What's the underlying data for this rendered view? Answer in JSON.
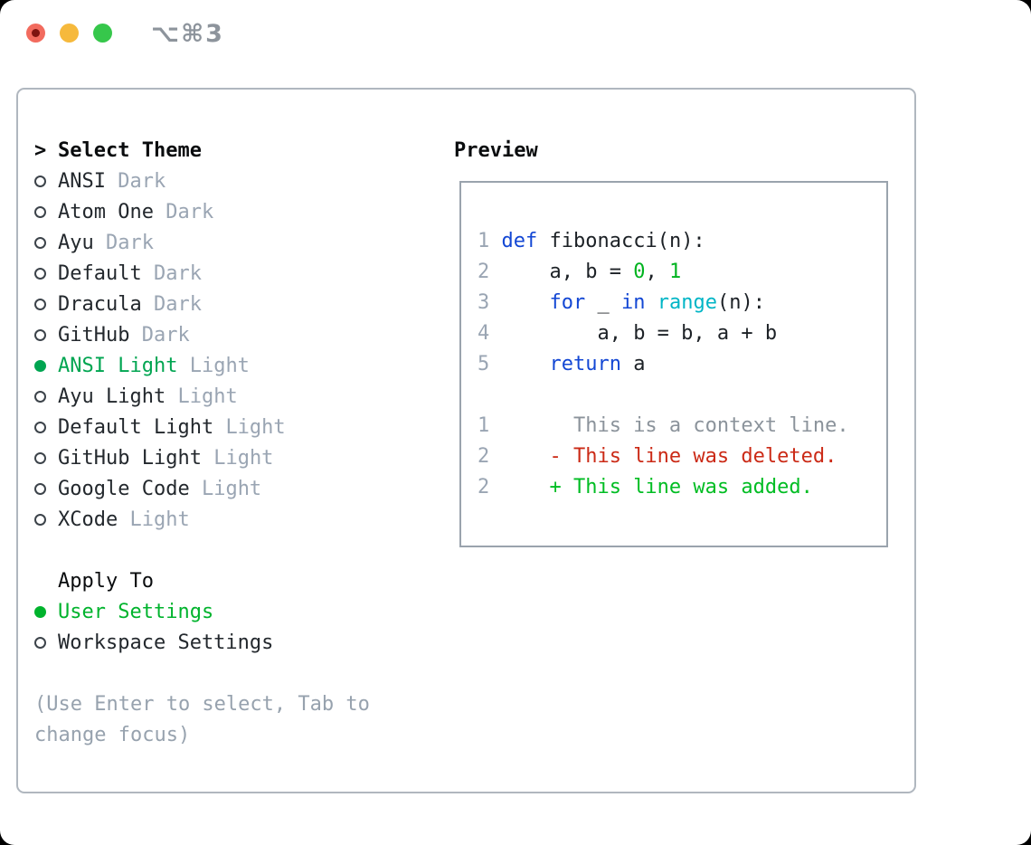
{
  "window": {
    "shortcut_label": "⌥⌘3"
  },
  "theme_panel": {
    "prompt": ">",
    "header": "Select Theme",
    "items": [
      {
        "name": "ANSI",
        "tag": "Dark",
        "selected": false
      },
      {
        "name": "Atom One",
        "tag": "Dark",
        "selected": false
      },
      {
        "name": "Ayu",
        "tag": "Dark",
        "selected": false
      },
      {
        "name": "Default",
        "tag": "Dark",
        "selected": false
      },
      {
        "name": "Dracula",
        "tag": "Dark",
        "selected": false
      },
      {
        "name": "GitHub",
        "tag": "Dark",
        "selected": false
      },
      {
        "name": "ANSI Light",
        "tag": "Light",
        "selected": true
      },
      {
        "name": "Ayu Light",
        "tag": "Light",
        "selected": false
      },
      {
        "name": "Default Light",
        "tag": "Light",
        "selected": false
      },
      {
        "name": "GitHub Light",
        "tag": "Light",
        "selected": false
      },
      {
        "name": "Google Code",
        "tag": "Light",
        "selected": false
      },
      {
        "name": "XCode",
        "tag": "Light",
        "selected": false
      }
    ],
    "apply_to": {
      "header": "Apply To",
      "options": [
        {
          "name": "User Settings",
          "selected": true
        },
        {
          "name": "Workspace Settings",
          "selected": false
        }
      ]
    },
    "hint_lines": [
      "(Use Enter to select, Tab to",
      "change focus)"
    ]
  },
  "preview": {
    "header": "Preview",
    "code_lines": [
      [
        [
          "ln",
          "1"
        ],
        [
          "pl",
          " "
        ],
        [
          "kw",
          "def"
        ],
        [
          "pl",
          " fibonacci(n):"
        ]
      ],
      [
        [
          "ln",
          "2"
        ],
        [
          "pl",
          "     a, b = "
        ],
        [
          "nu",
          "0"
        ],
        [
          "pl",
          ", "
        ],
        [
          "nu",
          "1"
        ]
      ],
      [
        [
          "ln",
          "3"
        ],
        [
          "pl",
          "     "
        ],
        [
          "kw",
          "for"
        ],
        [
          "pl",
          " _ "
        ],
        [
          "kw",
          "in"
        ],
        [
          "pl",
          " "
        ],
        [
          "bi",
          "range"
        ],
        [
          "pl",
          "(n):"
        ]
      ],
      [
        [
          "ln",
          "4"
        ],
        [
          "pl",
          "         a, b = b, a + b"
        ]
      ],
      [
        [
          "ln",
          "5"
        ],
        [
          "pl",
          "     "
        ],
        [
          "kw",
          "return"
        ],
        [
          "pl",
          " a"
        ]
      ]
    ],
    "diff_lines": [
      [
        [
          "ln",
          "1"
        ],
        [
          "cx",
          "       This is a context line."
        ]
      ],
      [
        [
          "ln",
          "2"
        ],
        [
          "de",
          "     - This line was deleted."
        ]
      ],
      [
        [
          "ln",
          "2"
        ],
        [
          "ad",
          "     + This line was added."
        ]
      ]
    ]
  },
  "colors": {
    "traffic_red": "#f26b5e",
    "traffic_red_inner": "#7e1410",
    "traffic_yellow": "#f6b93c",
    "traffic_green": "#36c74b",
    "title_gray": "#8d949c",
    "frame_border": "#b0b7bf",
    "preview_border": "#9aa3ad",
    "header_black": "#0a0c0e",
    "text_dark": "#23282d",
    "tag_gray": "#9aa5b3",
    "gutter_gray": "#9aa5b3",
    "hint_gray": "#97a2ae",
    "circle_gray": "#3c434a",
    "theme_selected": "#00a551",
    "apply_selected": "#00b32d",
    "code_plain": "#1c2126",
    "keyword_blue": "#1347d4",
    "builtin_cyan": "#00b5c6",
    "number_green": "#00b31f",
    "context_gray": "#8b939b",
    "deleted_red": "#cb2a16",
    "added_green": "#00bd23"
  }
}
